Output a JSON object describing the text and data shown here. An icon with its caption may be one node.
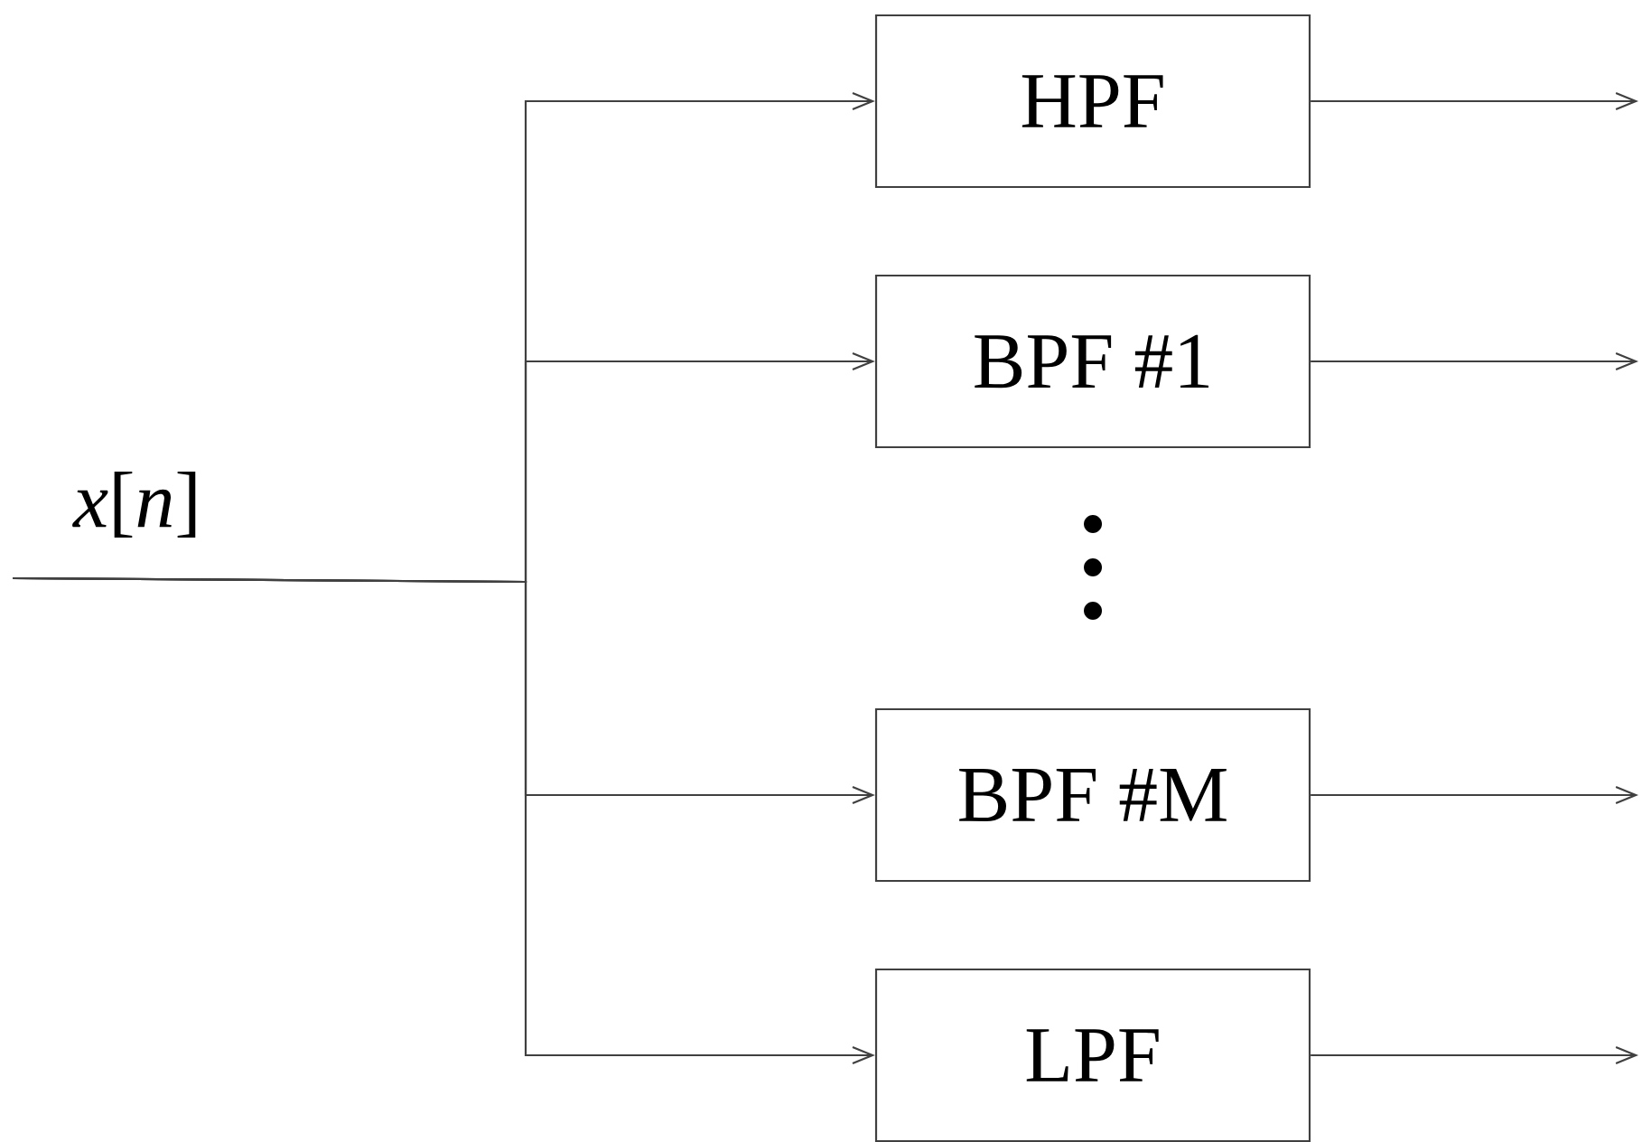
{
  "diagram": {
    "nodes": [
      {
        "text": [
          "*x*[*n*]"
        ]
      },
      {
        "text": [
          "HPF"
        ]
      },
      {
        "text": [
          "BPF #1"
        ]
      },
      {
        "text": [
          "BPF #M"
        ]
      },
      {
        "text": [
          "LPF"
        ]
      }
    ],
    "edges": [
      {
        "from": 0,
        "to": 1,
        "arrow": "to"
      },
      {
        "from": 0,
        "to": 2,
        "arrow": "to"
      },
      {
        "from": 0,
        "to": 3,
        "arrow": "to"
      },
      {
        "from": 0,
        "to": 4,
        "arrow": "to"
      },
      {
        "from": 1,
        "to": null,
        "arrow": "to"
      },
      {
        "from": 2,
        "to": null,
        "arrow": "to"
      },
      {
        "from": 3,
        "to": null,
        "arrow": "to"
      },
      {
        "from": 4,
        "to": null,
        "arrow": "to"
      }
    ]
  }
}
